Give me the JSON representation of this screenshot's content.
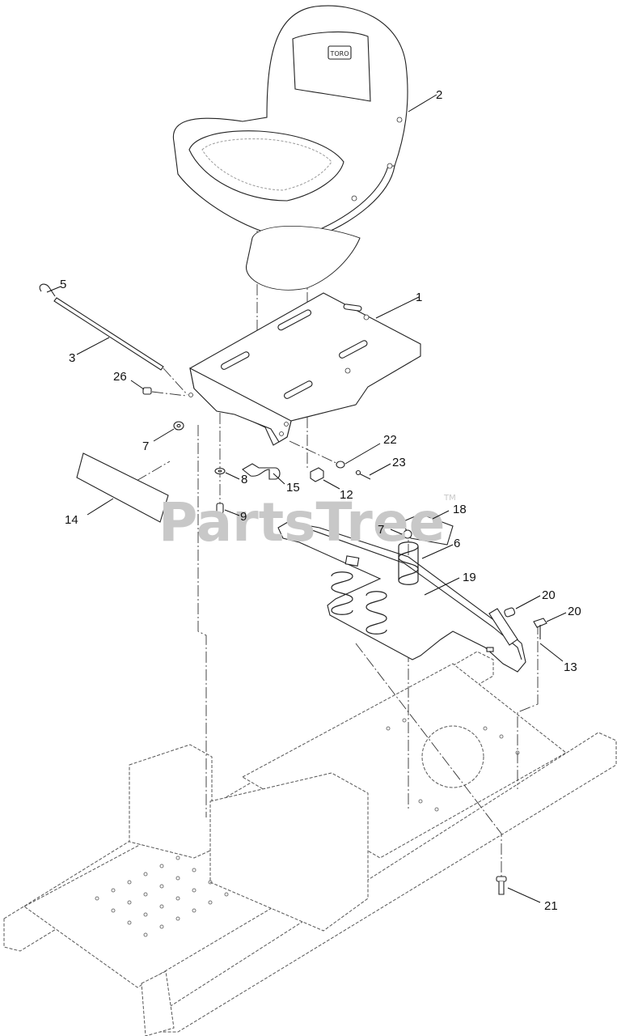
{
  "watermark": {
    "text": "PartsTree",
    "trademark": "TM"
  },
  "seat_badge": "TORO",
  "callouts": [
    "1",
    "2",
    "3",
    "5",
    "6",
    "7",
    "7",
    "8",
    "9",
    "12",
    "13",
    "14",
    "15",
    "18",
    "19",
    "20",
    "20",
    "21",
    "22",
    "23",
    "26"
  ]
}
